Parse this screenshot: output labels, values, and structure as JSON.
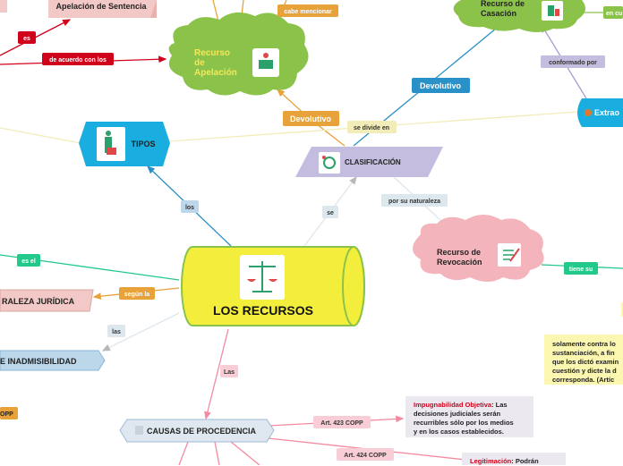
{
  "nodes": {
    "central": "LOS RECURSOS",
    "tipos": "TIPOS",
    "clasificacion": "CLASIFICACIÓN",
    "apelacion": "Recurso\nde\nApelación",
    "casacion": "Recurso de\nCasación",
    "revocacion": "Recurso de\nRevocación",
    "extraordinario": "Extrao",
    "apelacion_sentencia": "Apelación de Sentencia",
    "naturaleza": "RALEZA JURÍDICA",
    "inadmisibilidad": "E INADMISIBILIDAD",
    "causas": "CAUSAS DE PROCEDENCIA",
    "copp_left": "OPP"
  },
  "connectors": {
    "es": "es",
    "de_acuerdo": "de acuerdo con los",
    "cabe_mencionar": "cabe mencionar",
    "devolutivo_orange": "Devolutivo",
    "devolutivo_blue": "Devolutivo",
    "se_divide": "se divide en",
    "conformado_por": "conformado por",
    "en_cu": "en cu",
    "los": "los",
    "se": "se",
    "por_su_naturaleza": "por su naturaleza",
    "tiene_su": "tiene su",
    "es_el": "es el",
    "segun_la": "según la",
    "las": "las",
    "las2": "Las",
    "art423": "Art. 423 COPP",
    "art424": "Art. 424 COPP"
  },
  "notes": {
    "revocacion_note": "solamente contra lo\nsustanciación, a fin \nque los dictó examin\ncuestión y dicte la d\ncorresponda. (Artíc",
    "impugnabilidad_title": "Impugnabilidad Objetiva",
    "impugnabilidad_body": ": Las\ndecisiones judiciales serán\nrecurribles sólo por los medios\ny en los casos establecidos.",
    "legitimacion_title": "Legitimación",
    "legitimacion_body": ": Podrán"
  },
  "colors": {
    "central": "#f3ee3c",
    "tipos": "#1aaee0",
    "clasificacion": "#c4bde0",
    "apelacion": "#8bc34a",
    "casacion": "#8bc34a",
    "revocacion": "#f4b4bc",
    "orange": "#e8a23a",
    "red": "#d0021b",
    "blue": "#2a90c8",
    "green": "#22c98a",
    "pink_box": "#f2c9c7",
    "note_yellow": "#fbf7b0",
    "note_grey": "#ebe8f0"
  }
}
